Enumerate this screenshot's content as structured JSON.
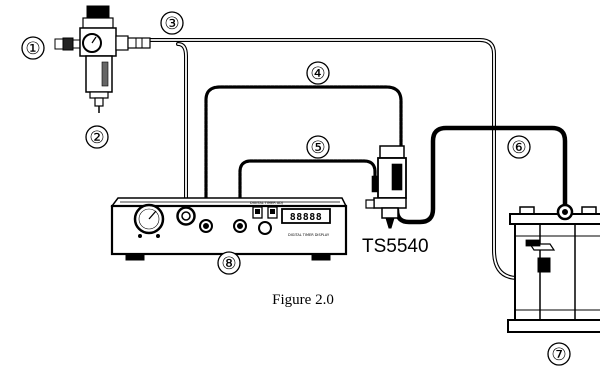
{
  "figure": {
    "caption": "Figure 2.0",
    "model_label": "TS5540",
    "callouts": [
      "①",
      "②",
      "③",
      "④",
      "⑤",
      "⑥",
      "⑦",
      "⑧"
    ],
    "display_digits": "88888",
    "panel_label_left": "DIGITAL TIMER ADJ",
    "panel_label_right": "DIGITAL TIMER DISPLAY"
  }
}
